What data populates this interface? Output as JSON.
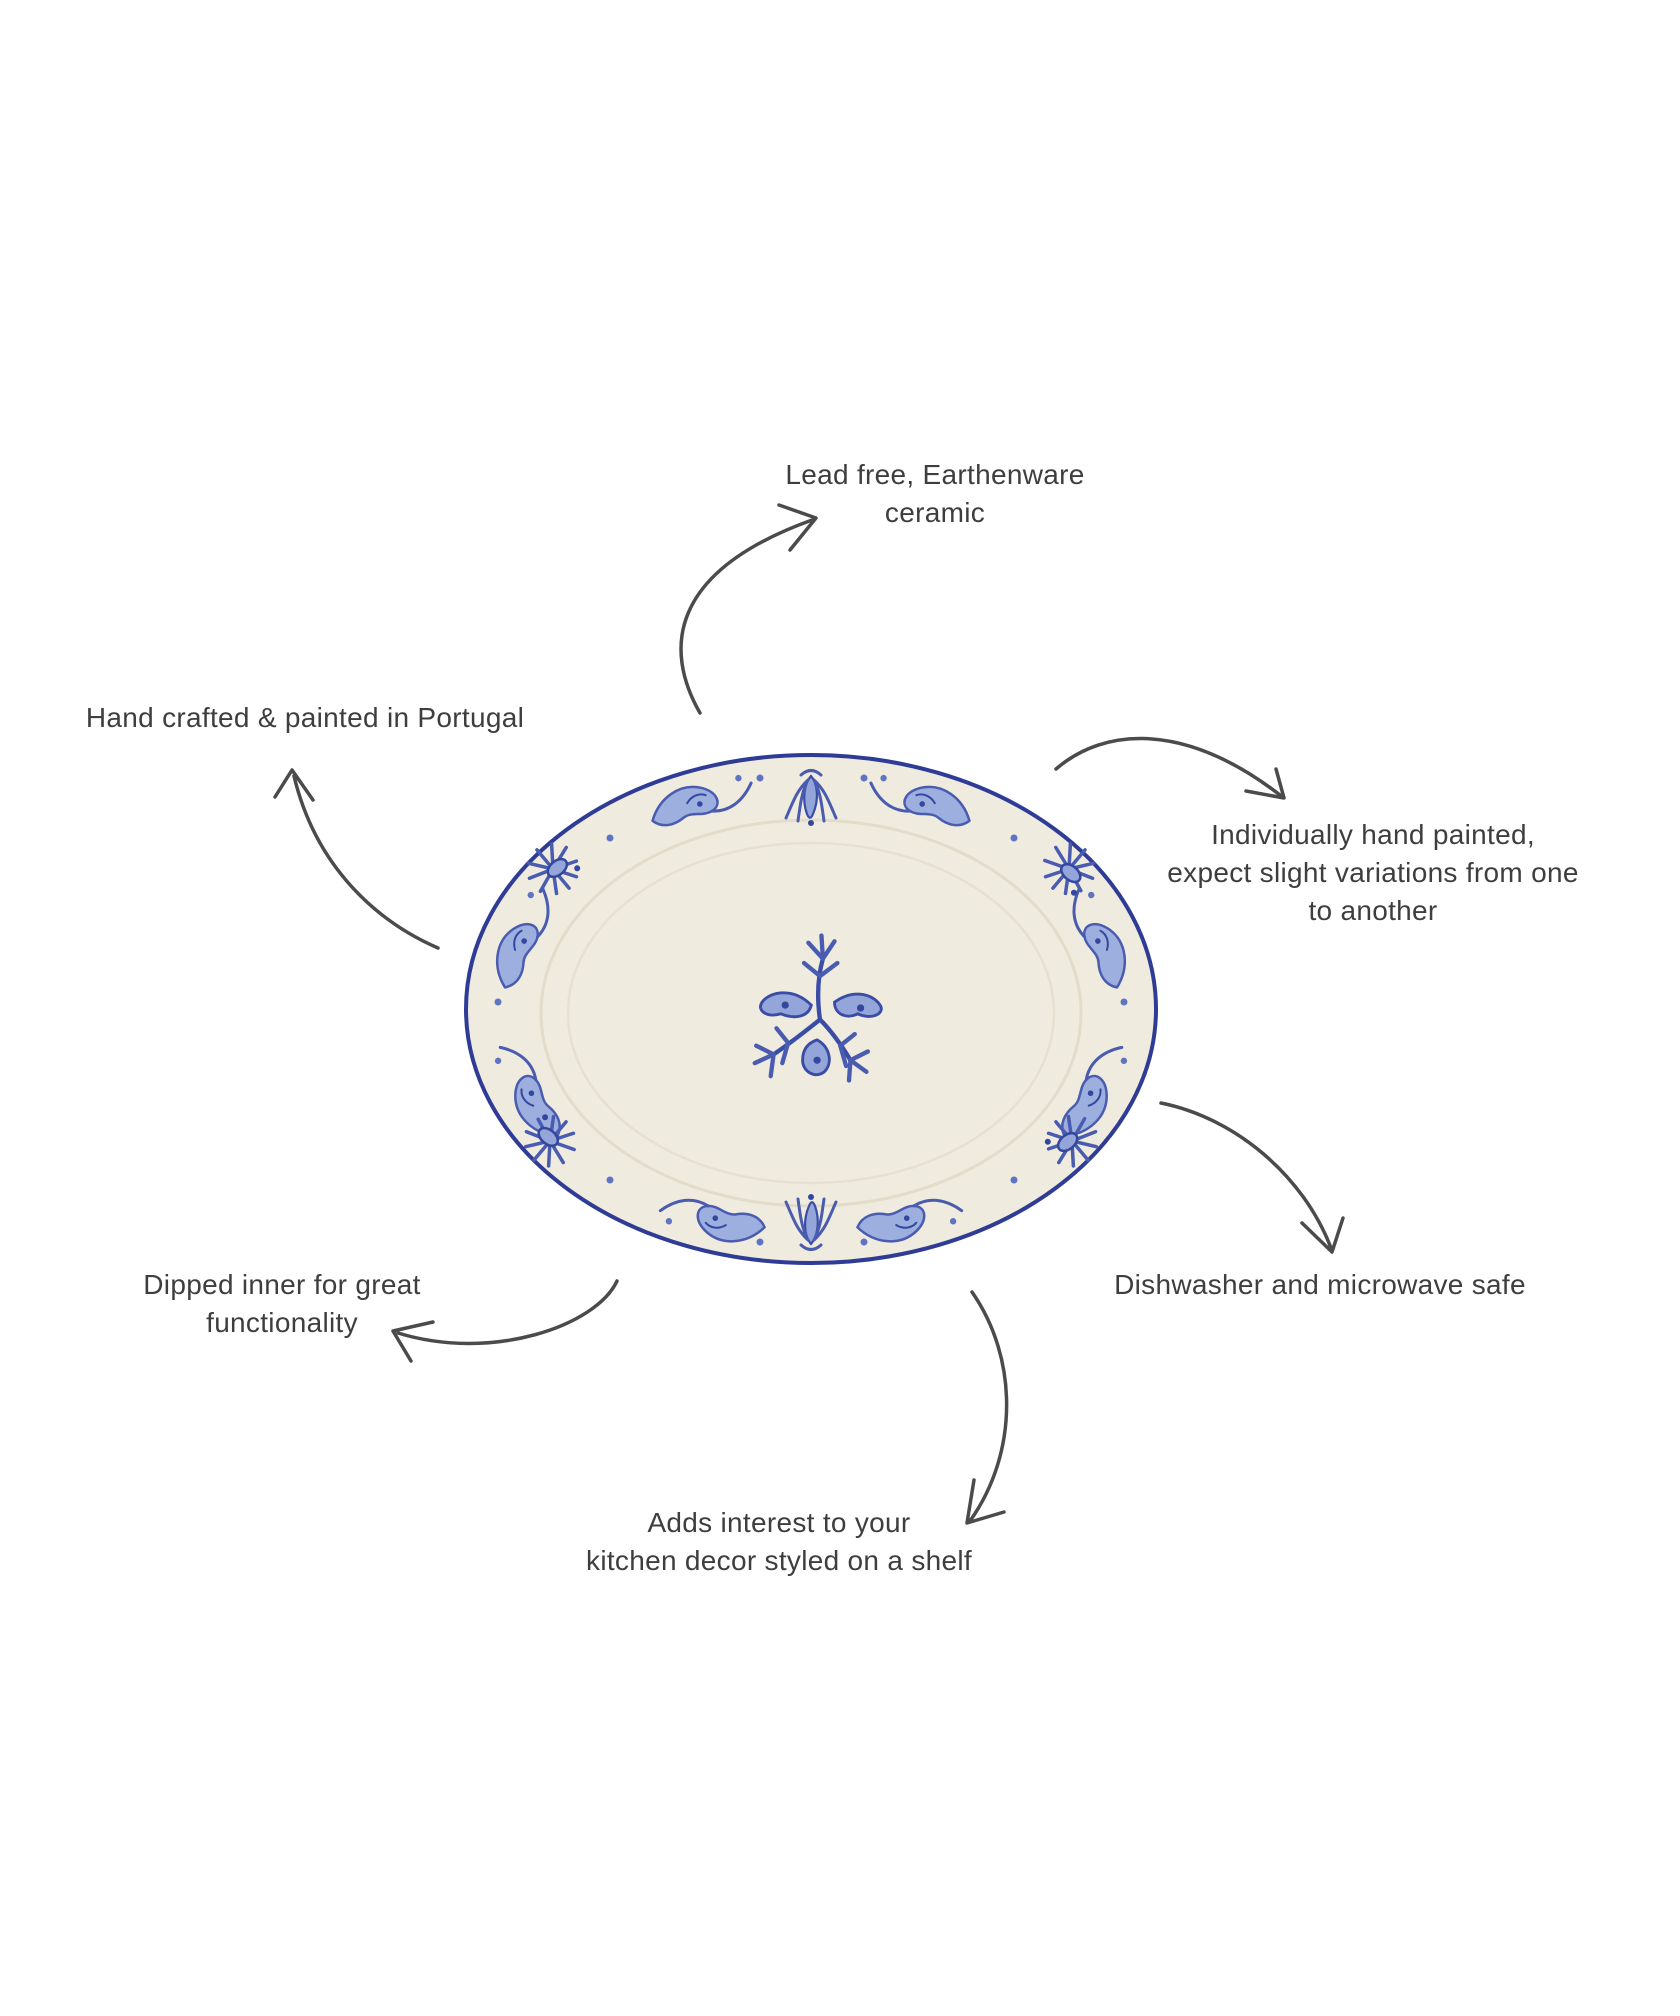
{
  "product": {
    "subject": "Blue and white hand-painted oval ceramic platter",
    "colors": {
      "rim_navy": "#2f3c96",
      "motif_dark_blue": "#34479e",
      "motif_mid_blue": "#4a5cb0",
      "motif_light_blue": "#93a5d9",
      "ceramic_cream": "#f0ebdf",
      "arrow_gray": "#4b4b4b",
      "text_gray": "#3e3e3e",
      "background": "#ffffff"
    }
  },
  "callouts": {
    "lead_free": {
      "lines": [
        "Lead free, Earthenware",
        "ceramic"
      ]
    },
    "hand_crafted": {
      "lines": [
        "Hand crafted & painted in Portugal"
      ]
    },
    "hand_painted": {
      "lines": [
        "Individually hand painted,",
        "expect slight variations from one",
        "to another"
      ]
    },
    "dishwasher": {
      "lines": [
        "Dishwasher and microwave safe"
      ]
    },
    "dipped_inner": {
      "lines": [
        "Dipped inner for great",
        "functionality"
      ]
    },
    "shelf_decor": {
      "lines": [
        "Adds interest to your",
        "kitchen decor styled on a shelf"
      ]
    }
  }
}
